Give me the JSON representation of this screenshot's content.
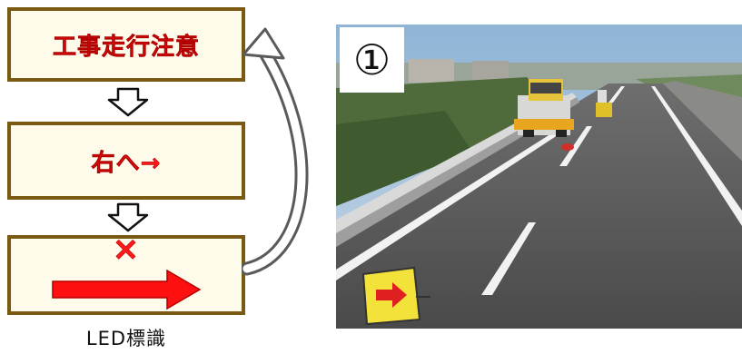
{
  "flow": {
    "steps": [
      {
        "label": "工事走行注意"
      },
      {
        "label": "右へ→"
      },
      {
        "label": "×"
      }
    ],
    "caption": "LED標識"
  },
  "photo": {
    "number": "①"
  },
  "colors": {
    "panel_border": "#7a5a12",
    "panel_fill": "#fffbea",
    "message_red": "#ff1a1a"
  },
  "icons": [
    "down-arrow-icon",
    "loop-back-arrow-icon",
    "right-arrow-icon",
    "cross-icon"
  ]
}
